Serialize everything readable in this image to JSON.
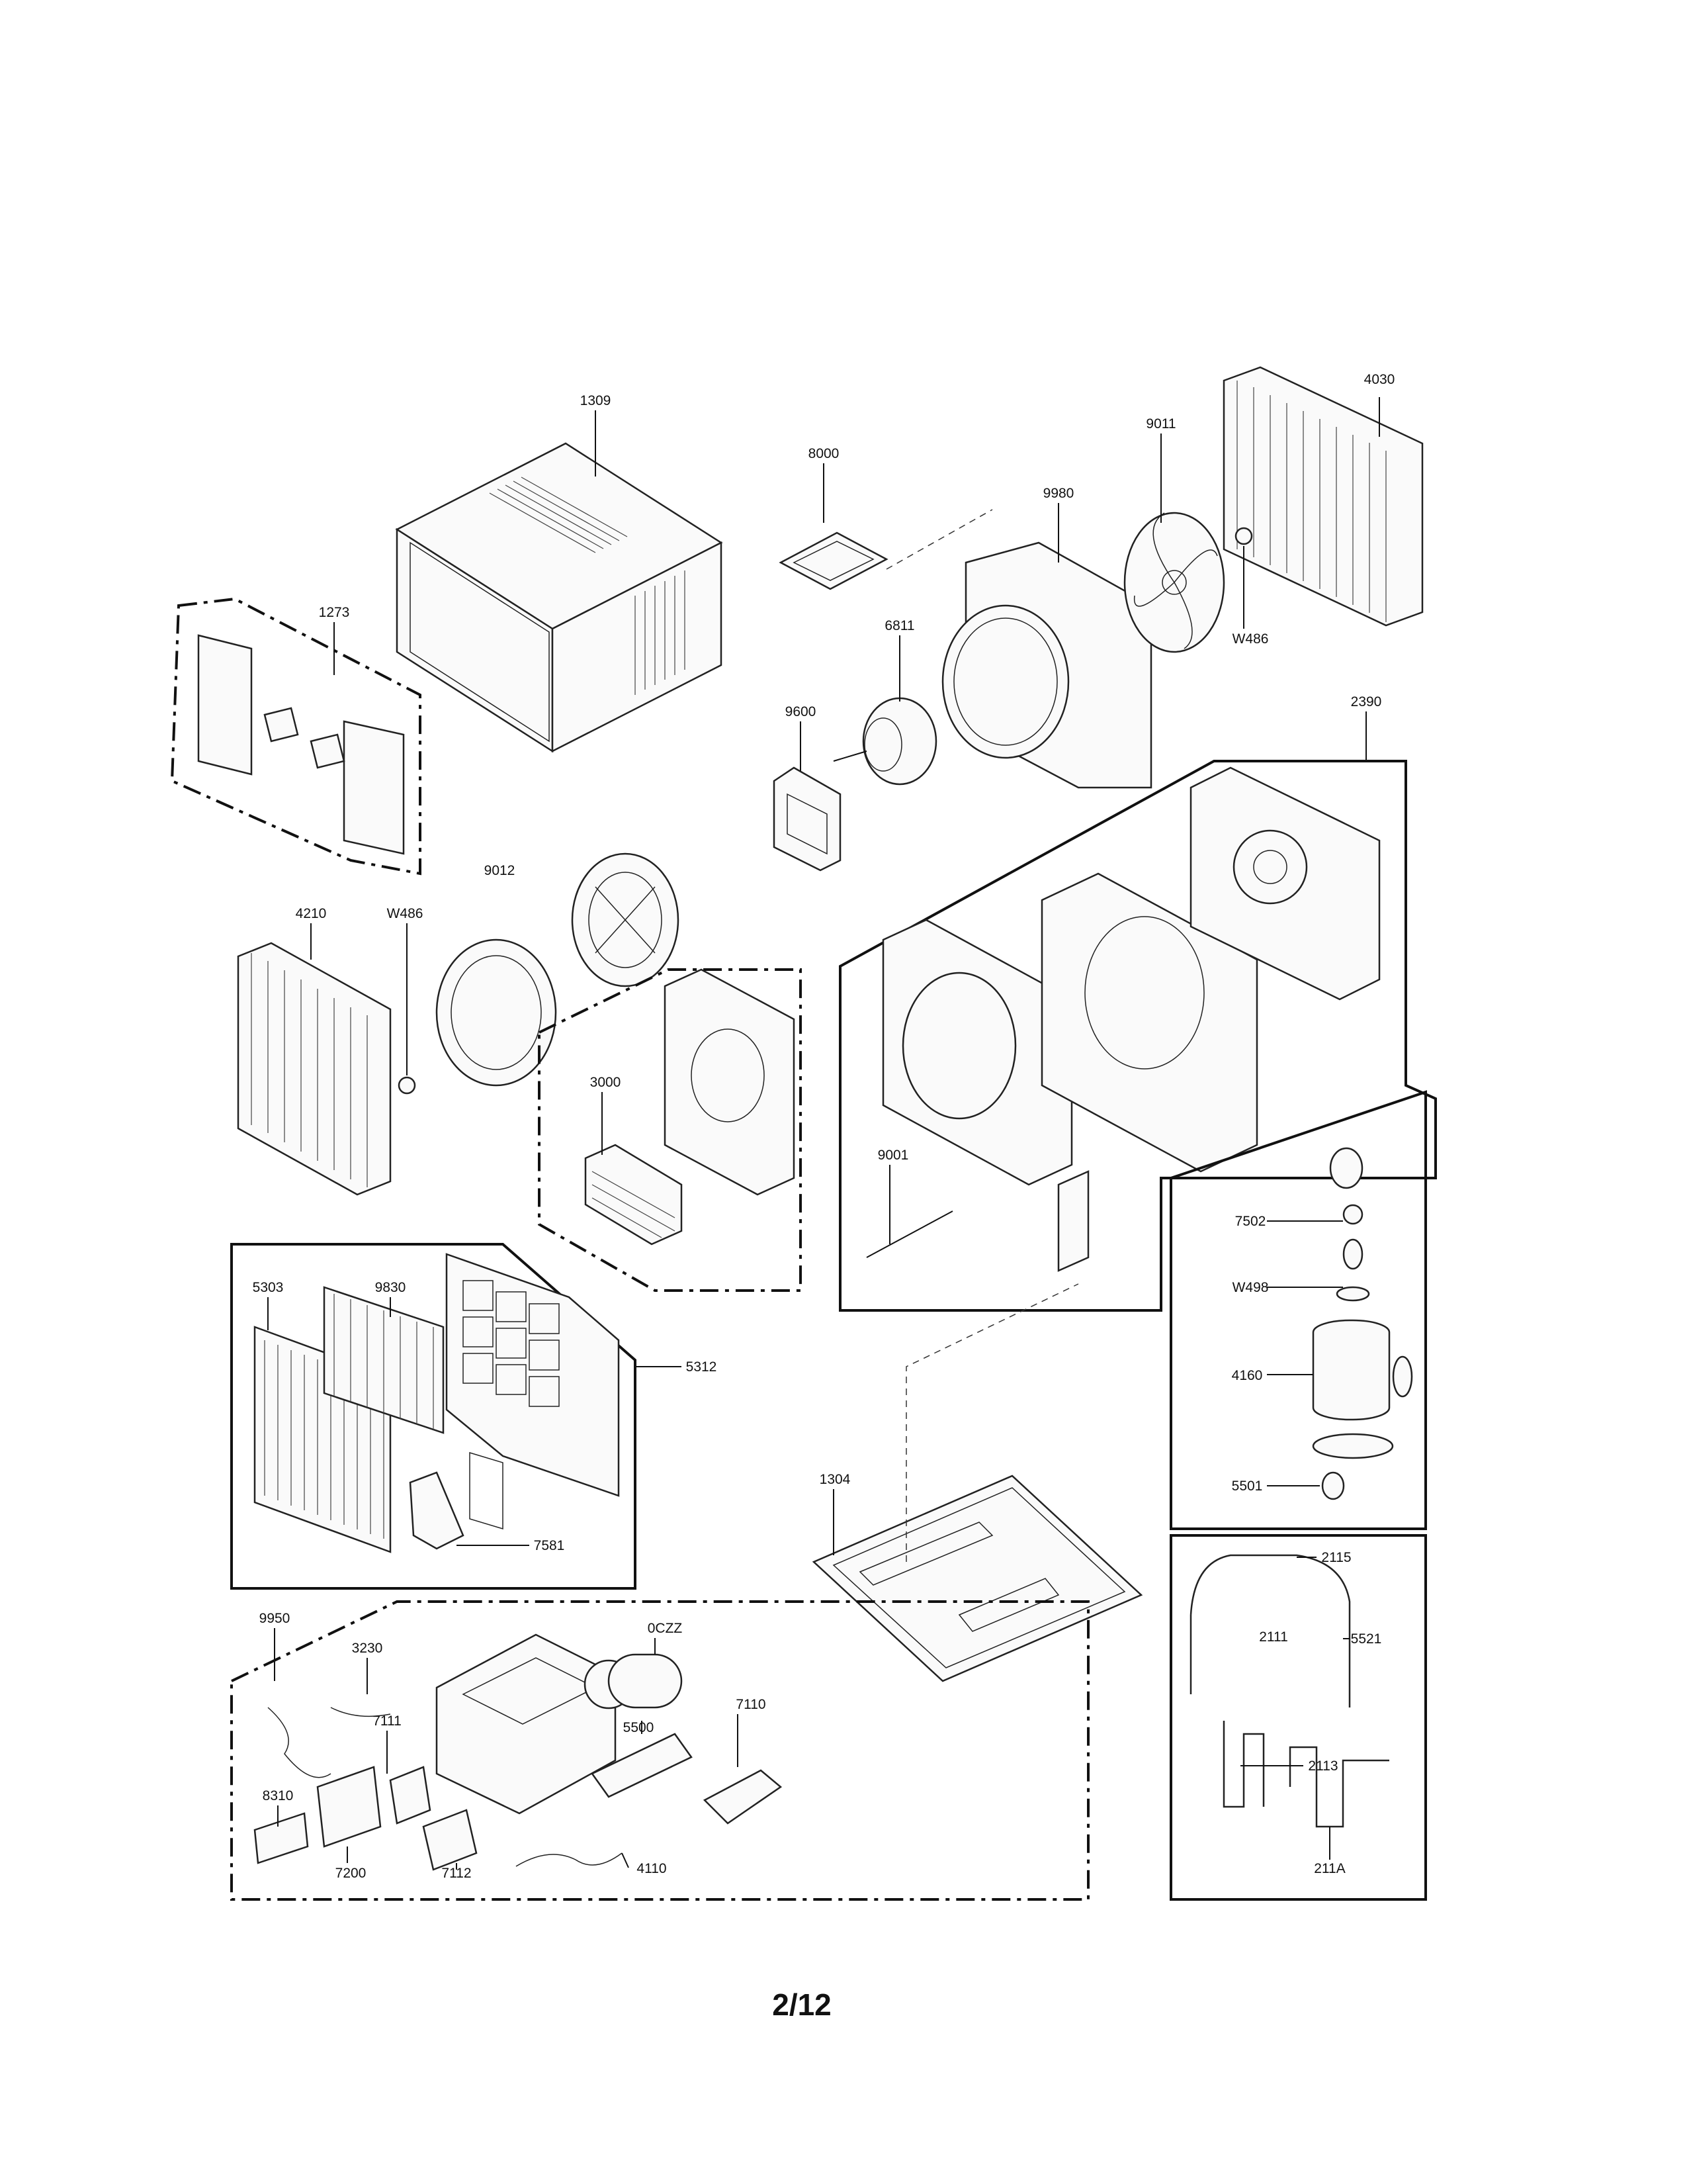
{
  "page_number": "2/12",
  "part_labels": {
    "p1309": "1309",
    "p8000": "8000",
    "p9980": "9980",
    "p9011": "9011",
    "p4030": "4030",
    "p1273": "1273",
    "p6811": "6811",
    "pW486a": "W486",
    "p2390": "2390",
    "p9600": "9600",
    "p9012": "9012",
    "p4210": "4210",
    "pW486b": "W486",
    "p3000": "3000",
    "p9001": "9001",
    "p7502": "7502",
    "pW498": "W498",
    "p4160": "4160",
    "p5501": "5501",
    "p9830": "9830",
    "p5303": "5303",
    "p5312": "5312",
    "p7581": "7581",
    "p1304": "1304",
    "p2115": "2115",
    "p2111": "2111",
    "p5521": "5521",
    "p2113": "2113",
    "p211A": "211A",
    "p9950": "9950",
    "p3230": "3230",
    "p0CZZ": "0CZZ",
    "p7110": "7110",
    "p7111": "7111",
    "p5500": "5500",
    "p8310": "8310",
    "p7200": "7200",
    "p7112": "7112",
    "p4110": "4110"
  }
}
